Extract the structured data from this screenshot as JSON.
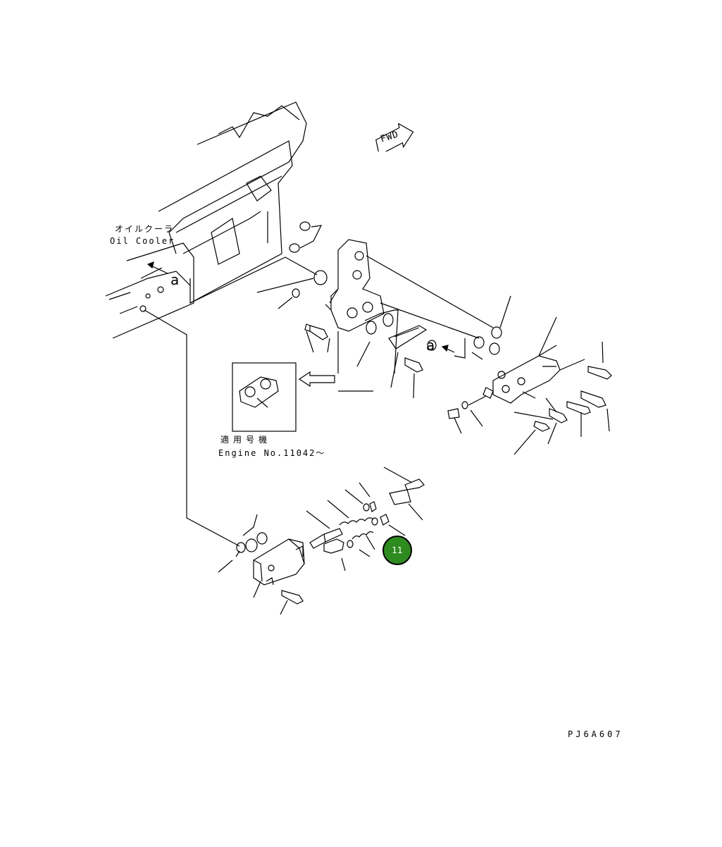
{
  "labels": {
    "oil_cooler_jp": "オイルクーラ",
    "oil_cooler_en": "Oil Cooler",
    "view_a_left": "a",
    "view_a_right": "a",
    "fwd": "FWD",
    "applicable_jp": "適用号機",
    "engine_no": "Engine No.11042～",
    "drawing_code": "PJ6A607"
  },
  "callout": {
    "number": "11",
    "color": "#2e8b1f"
  }
}
